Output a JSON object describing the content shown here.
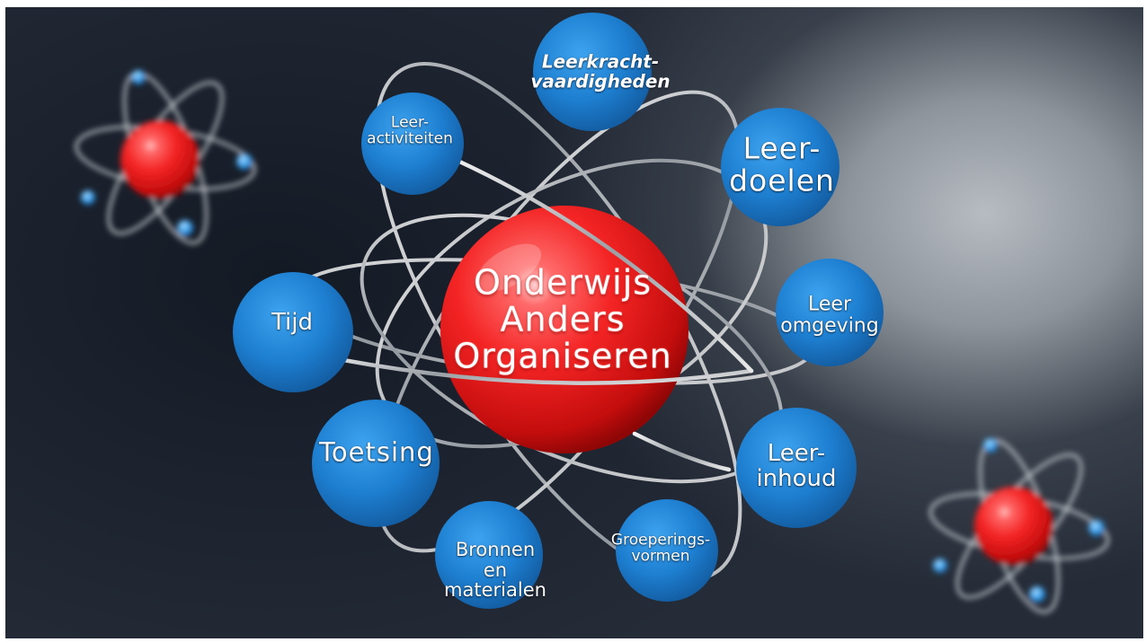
{
  "center": {
    "lines": [
      "Onderwijs",
      "Anders",
      "Organiseren"
    ]
  },
  "nodes": [
    {
      "key": "leerkracht",
      "lines": [
        "Leerkracht-",
        "vaardigheden"
      ]
    },
    {
      "key": "leeractiviteiten",
      "lines": [
        "Leer-",
        "activiteiten"
      ]
    },
    {
      "key": "leerdoelen",
      "lines": [
        "Leer-",
        "doelen"
      ]
    },
    {
      "key": "tijd",
      "lines": [
        "Tijd"
      ]
    },
    {
      "key": "leeromgeving",
      "lines": [
        "Leer",
        "omgeving"
      ]
    },
    {
      "key": "toetsing",
      "lines": [
        "Toetsing"
      ]
    },
    {
      "key": "leerinhoud",
      "lines": [
        "Leer-",
        "inhoud"
      ]
    },
    {
      "key": "bronnen",
      "lines": [
        "Bronnen",
        "en",
        "materialen"
      ]
    },
    {
      "key": "groeperingsvormen",
      "lines": [
        "Groeperings-",
        "vormen"
      ]
    }
  ],
  "colors": {
    "node_blue": "#1e7fd1",
    "core_red": "#ff2a2a",
    "orbit": "#d7d9dc"
  }
}
